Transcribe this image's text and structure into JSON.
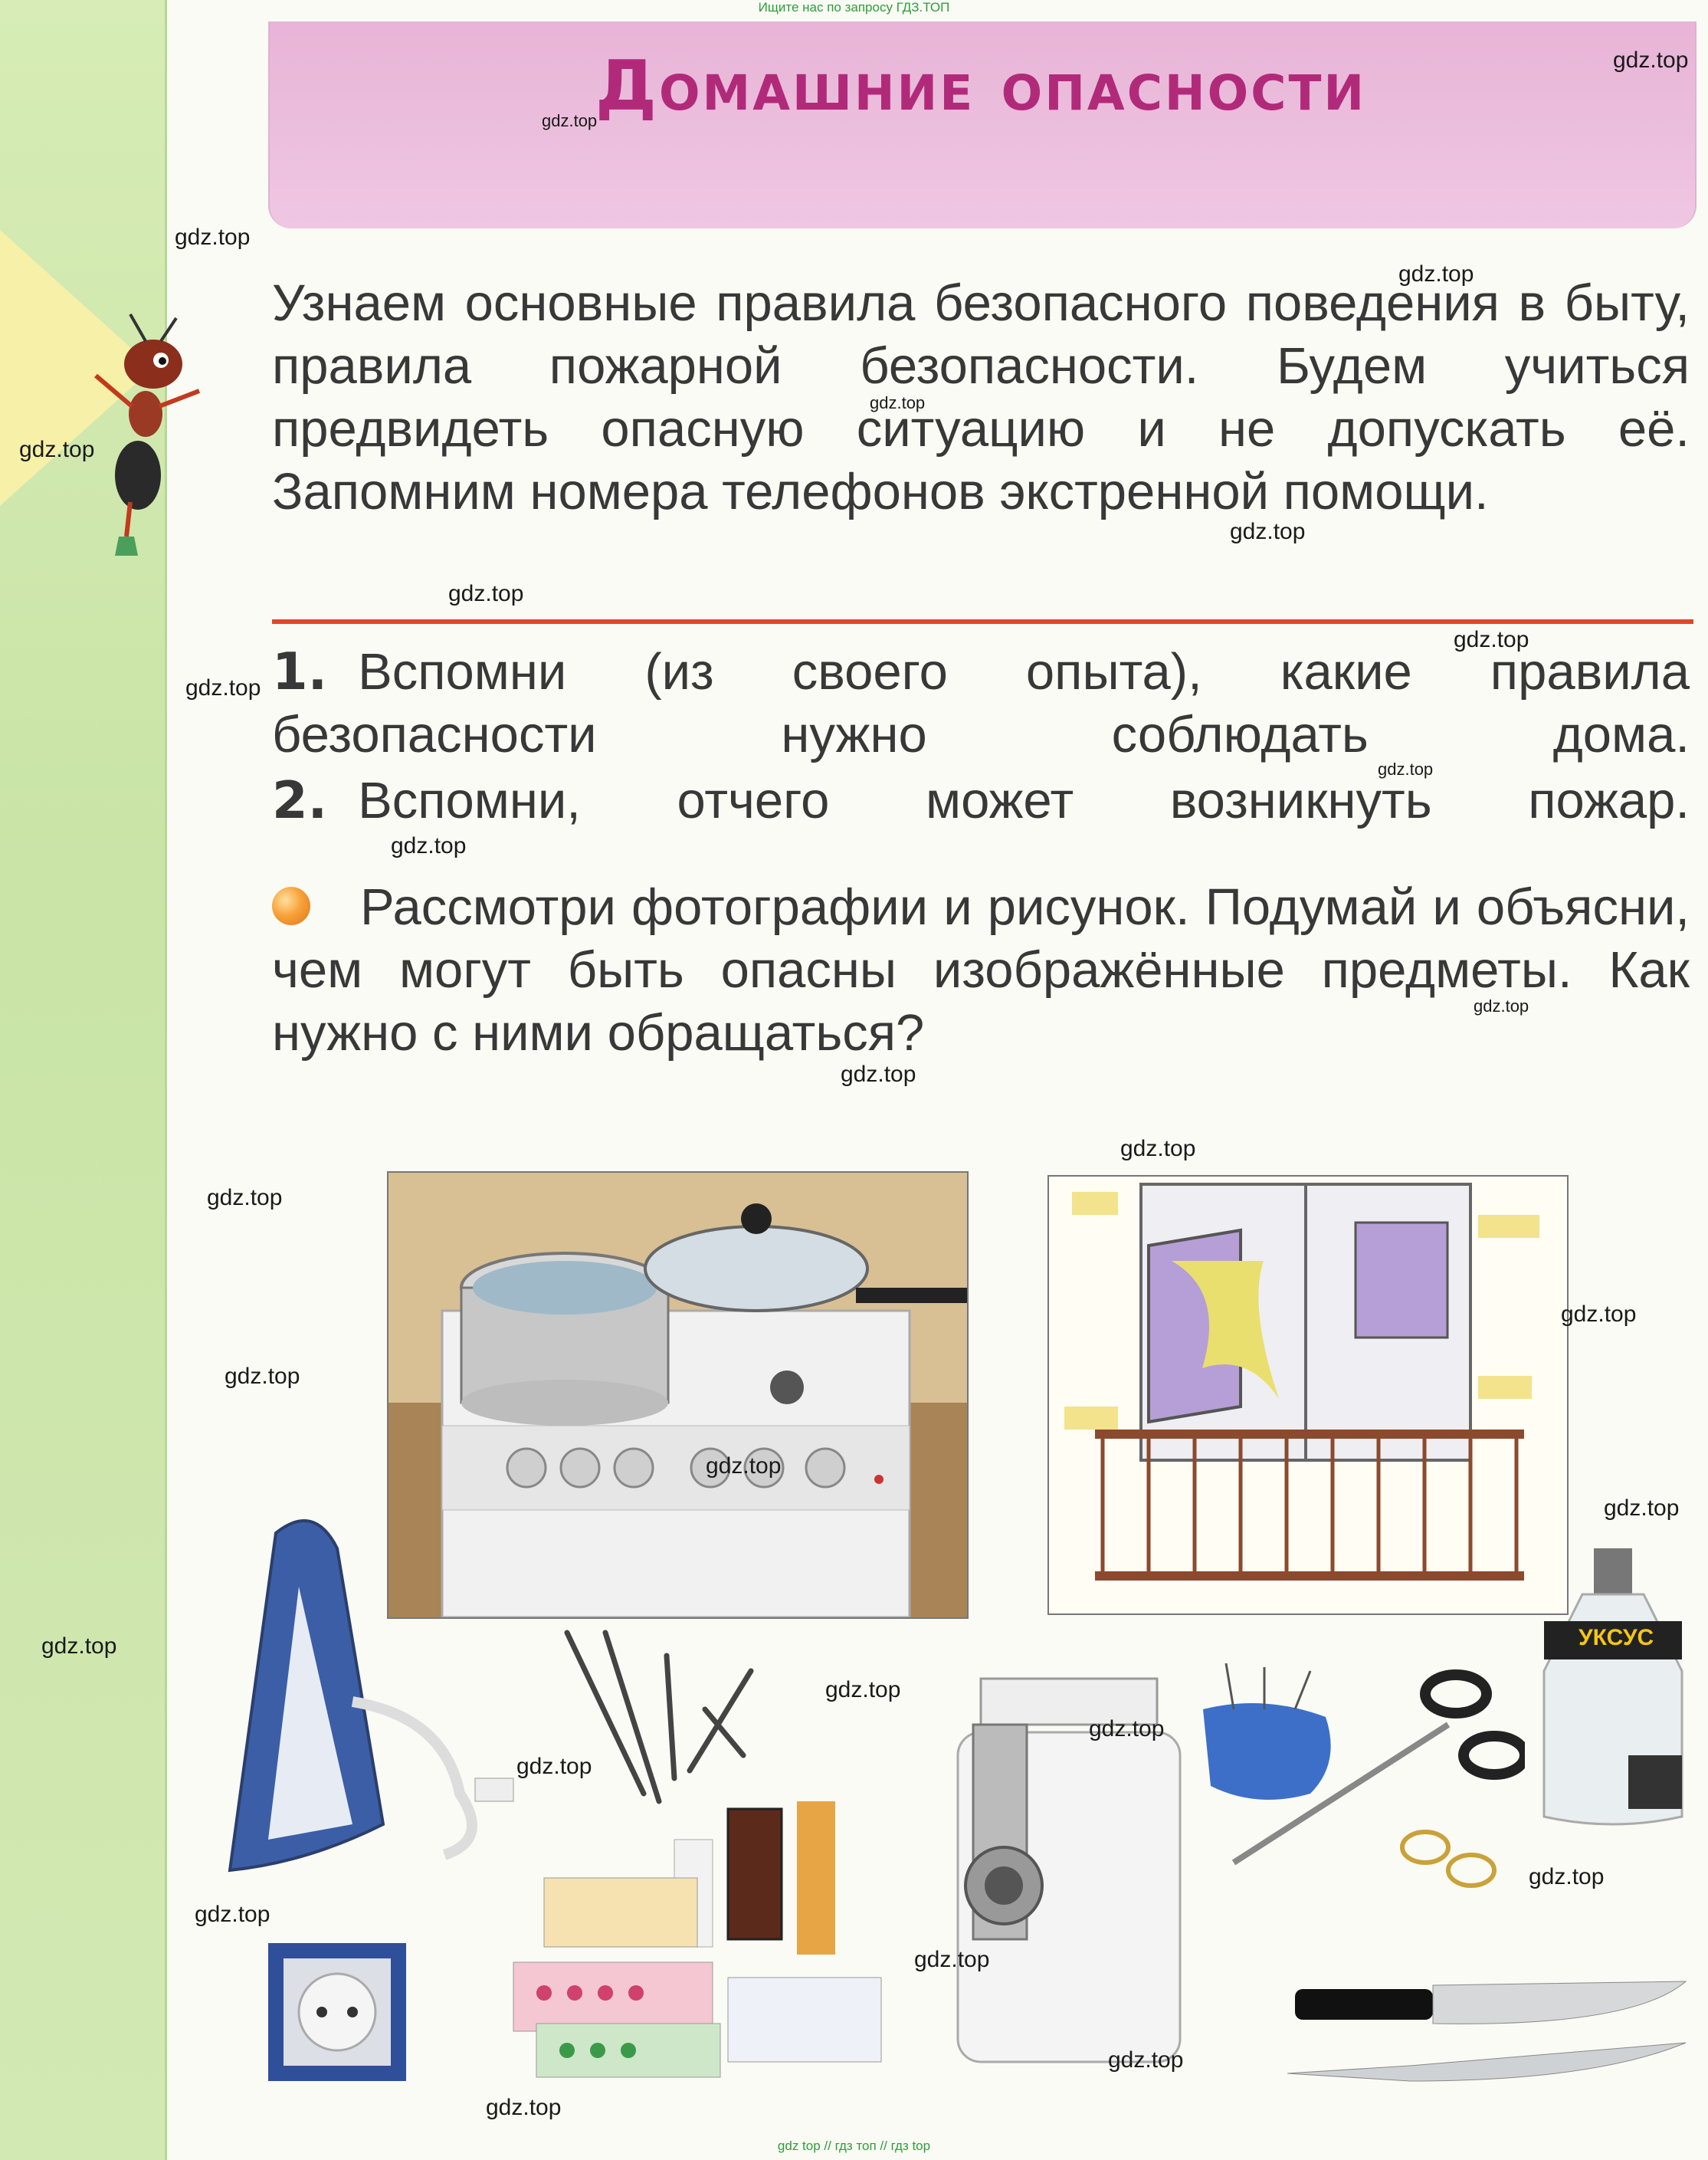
{
  "top_note": "Ищите нас по запросу ГДЗ.ТОП",
  "title": "Домашние опасности",
  "intro": "Узнаем основные правила безопасного поведения в быту, правила пожарной безопасности. Будем учиться предвидеть опасную ситуацию и не допускать её. Запомним номера телефонов экстренной помощи.",
  "questions": [
    {
      "num": "1.",
      "text": "Вспомни (из своего опыта), какие правила безопасности нужно соблюдать дома."
    },
    {
      "num": "2.",
      "text": "Вспомни, отчего может возникнуть пожар."
    }
  ],
  "task": "Рассмотри фотографии и рисунок. Подумай и объясни, чем могут быть опасны изображённые предметы. Как нужно с ними обращаться?",
  "bottle_label": "УКСУС",
  "watermark": "gdz.top",
  "bottom_note": "gdz top // гдз топ // гдз top",
  "colors": {
    "title": "#b12a7a",
    "header_band": "#eebee0",
    "rule": "#e0472c",
    "left_band": "#cfe7ae"
  }
}
